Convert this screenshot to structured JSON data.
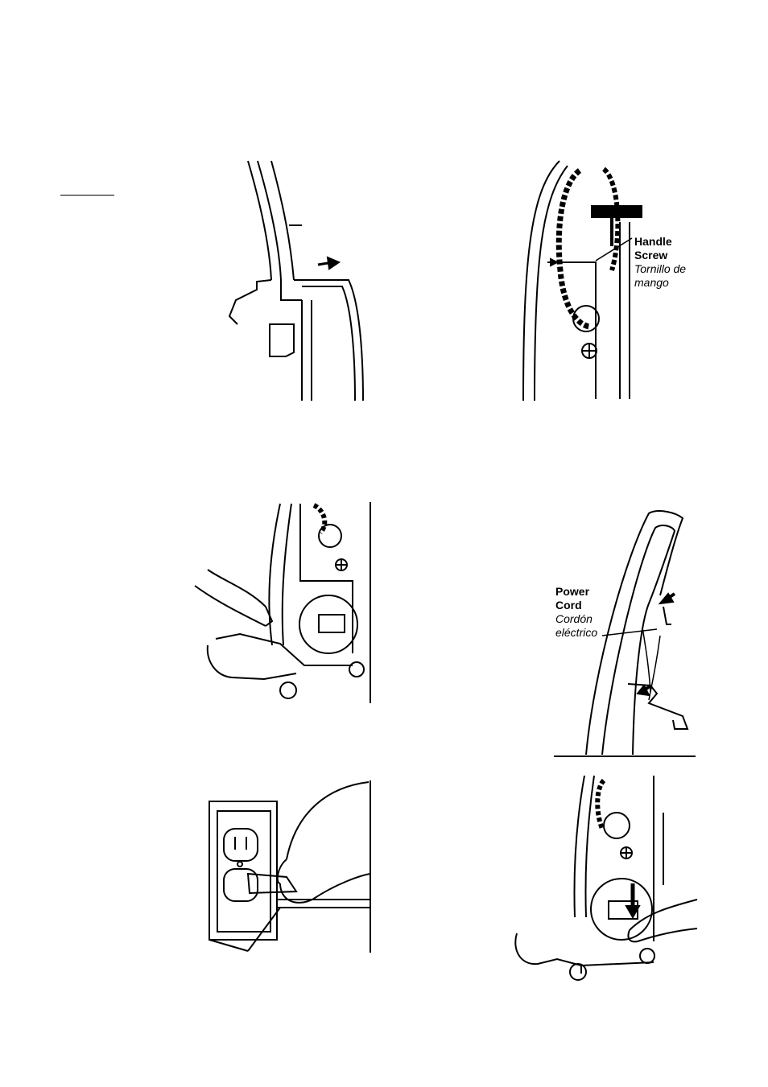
{
  "figure2": {
    "label_en_line1": "Handle",
    "label_en_line2": "Screw",
    "label_es_line1": "Tornillo de",
    "label_es_line2": "mango"
  },
  "figure4": {
    "label_en_line1": "Power",
    "label_en_line2": "Cord",
    "label_es_line1": "Cordón",
    "label_es_line2": "eléctrico"
  },
  "icons": [
    "arrow-right-icon",
    "arrow-down-icon",
    "crosshair-screw-icon",
    "power-outlet-icon",
    "hand-icon"
  ]
}
